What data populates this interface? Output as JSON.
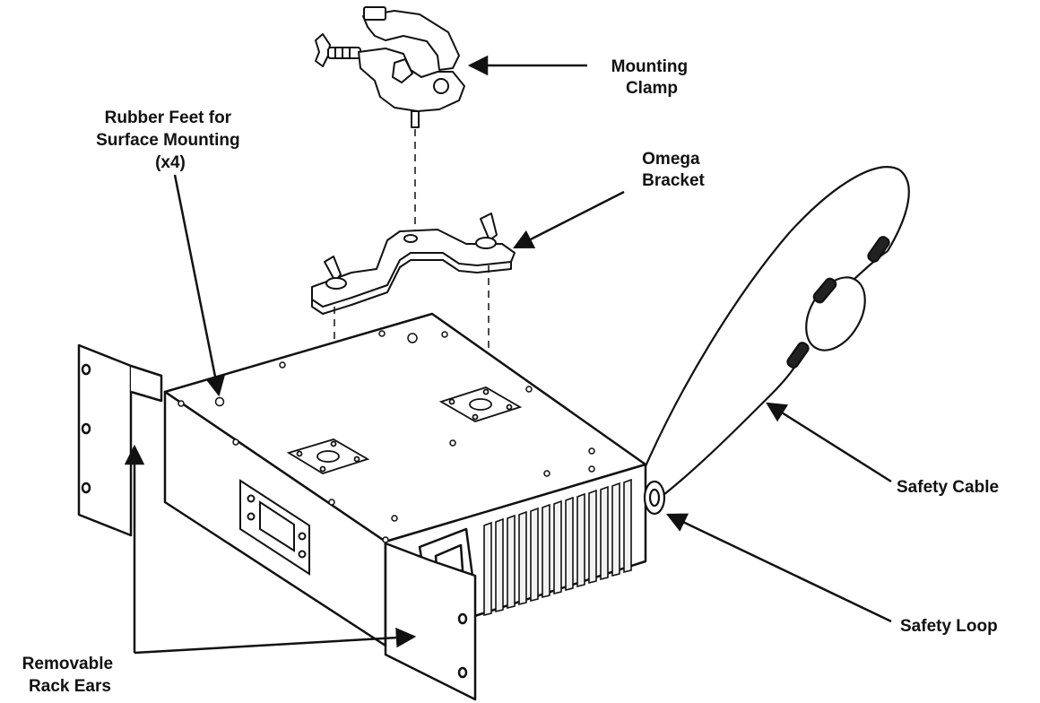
{
  "colors": {
    "line": "#111111",
    "background": "#ffffff",
    "fin": "#f2f2f2"
  },
  "labels": {
    "mounting_clamp": [
      "Mounting",
      "Clamp"
    ],
    "rubber_feet": [
      "Rubber Feet for",
      "Surface Mounting",
      "(x4)"
    ],
    "omega_bracket": [
      "Omega",
      "Bracket"
    ],
    "safety_cable": [
      "Safety Cable"
    ],
    "safety_loop": [
      "Safety Loop"
    ],
    "rack_ears": [
      "Removable",
      "Rack Ears"
    ]
  },
  "icons": [
    "mounting-clamp-icon",
    "omega-bracket-icon",
    "fixture-body-icon",
    "rack-ear-icon",
    "safety-cable-icon",
    "safety-loop-icon",
    "display-panel-icon",
    "heatsink-icon"
  ]
}
